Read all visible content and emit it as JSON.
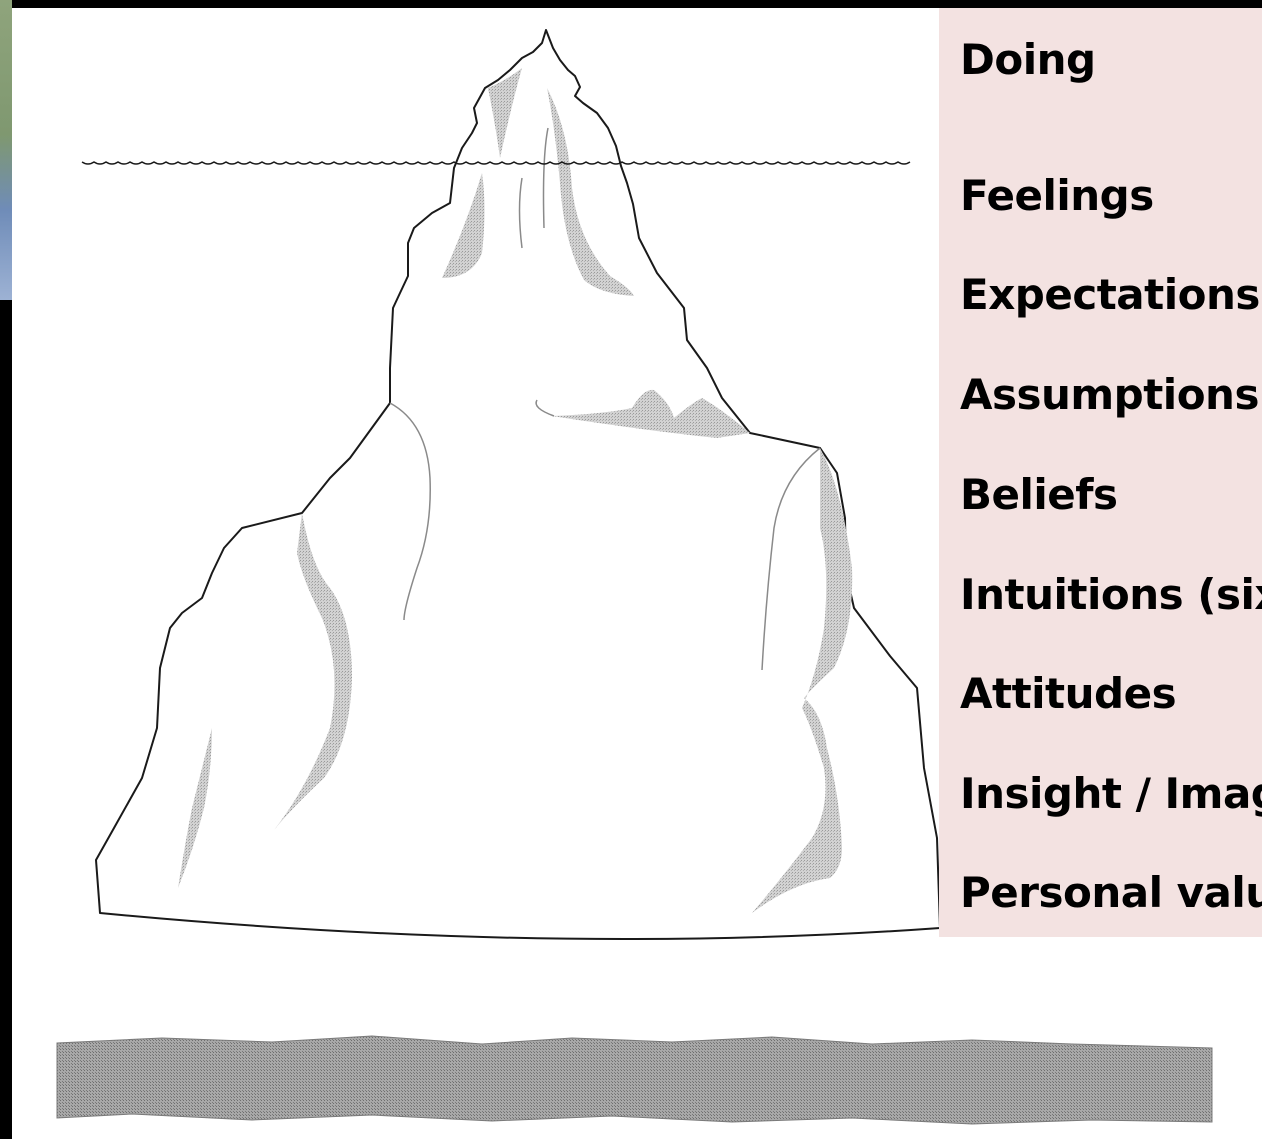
{
  "diagram": {
    "colors": {
      "frame": "#000000",
      "panel_background": "#f3e2e1",
      "outline": "#1a1a1a",
      "shading": "#c8c8c8",
      "ocean_floor": "#9e9e9e"
    },
    "labels": [
      "Doing",
      "Feelings",
      "Expectations",
      "Assumptions",
      "Beliefs",
      "Intuitions (six",
      "Attitudes",
      "Insight / Imag",
      "Personal valu"
    ]
  }
}
